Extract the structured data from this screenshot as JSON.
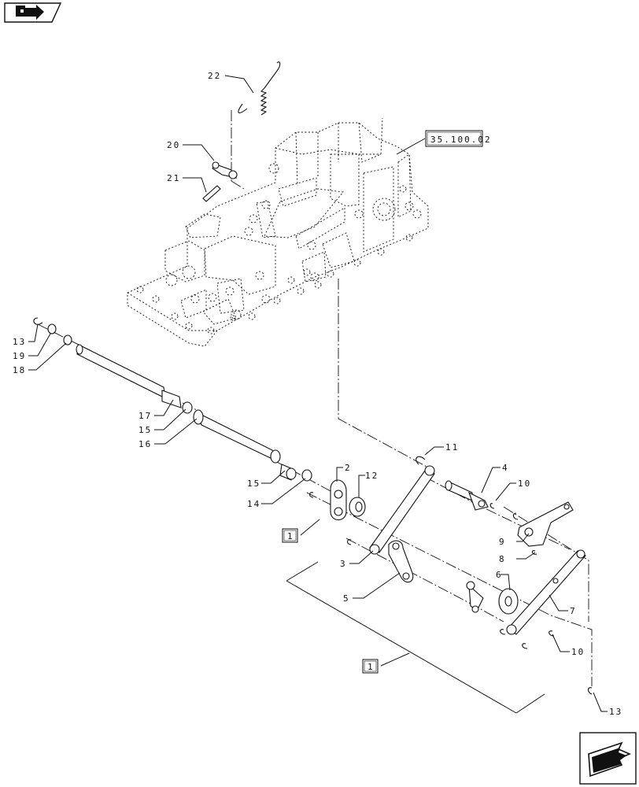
{
  "nav": {
    "back_icon": "back-arrow-icon",
    "forward_icon": "forward-arrow-icon"
  },
  "reference": {
    "label": "35.100.02"
  },
  "group_labels": {
    "top": "1",
    "bottom": "1"
  },
  "callouts": {
    "c22": "22",
    "c20": "20",
    "c21": "21",
    "c13a": "13",
    "c19": "19",
    "c18": "18",
    "c17": "17",
    "c15a": "15",
    "c16": "16",
    "c15b": "15",
    "c14": "14",
    "c2": "2",
    "c12": "12",
    "c11": "11",
    "c4": "4",
    "c10a": "10",
    "c9": "9",
    "c8": "8",
    "c3": "3",
    "c5": "5",
    "c6": "6",
    "c7": "7",
    "c10b": "10",
    "c13b": "13"
  }
}
